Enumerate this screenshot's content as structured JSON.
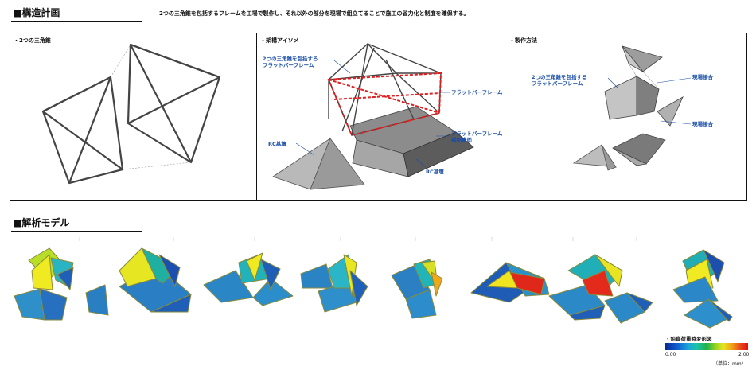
{
  "structure_section": {
    "title": "■構造計画",
    "subtitle": "2つの三角錐を包括するフレームを工場で製作し、それ以外の部分を現場で組立てることで施工の省力化と制度を確保する。"
  },
  "panels": [
    {
      "label": "・2つの三角錐"
    },
    {
      "label": "・架構アイソメ"
    },
    {
      "label": "・製作方法"
    }
  ],
  "callouts": {
    "iso_frame_top": [
      "2つの三角錐を包括する",
      "フラットバーフレーム"
    ],
    "iso_frame_right": "フラットバーフレーム",
    "iso_rc_left": "RC基壇",
    "iso_reinforce": [
      "フラットバーフレーム",
      "補剛構面"
    ],
    "iso_rc_right": "RC基壇",
    "method_frame": [
      "2つの三角錐を包括する",
      "フラットバーフレーム"
    ],
    "method_joint_1": "現場接合",
    "method_joint_2": "現場接合"
  },
  "analysis_section": {
    "title": "■解析モデル"
  },
  "legend": {
    "title": "・鉛直荷重時変形図",
    "min": "0.00",
    "max": "2.00",
    "unit": "（単位：mm）"
  },
  "colors": {
    "frame_red": "#e02020",
    "callout_blue": "#1a4ea8",
    "deform_low": "#1f5fb8",
    "deform_high": "#e01010"
  }
}
